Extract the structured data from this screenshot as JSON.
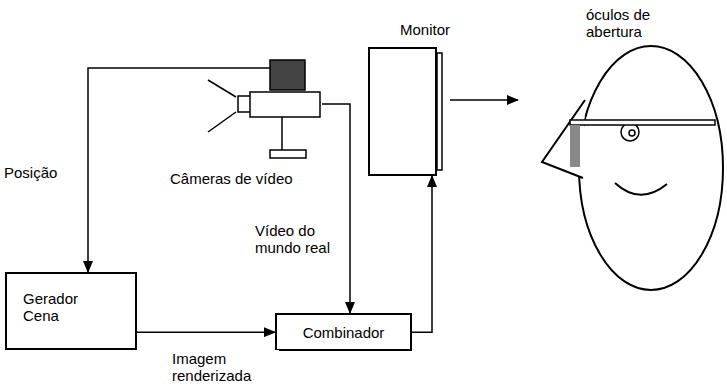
{
  "diagram": {
    "nodes": [
      {
        "text": [
          "Câmeras de vídeo"
        ]
      },
      {
        "text": [
          "Monitor"
        ]
      },
      {
        "text": [
          "óculos de abertura"
        ]
      },
      {
        "text": [
          "Gerador Cena"
        ]
      },
      {
        "text": [
          "Combinador"
        ]
      }
    ],
    "edges": [
      {
        "from": 0,
        "to": 3,
        "arrow": "to",
        "label": "Posição"
      },
      {
        "from": 0,
        "to": 4,
        "arrow": "to",
        "label": "Vídeo do mundo real"
      },
      {
        "from": 3,
        "to": 4,
        "arrow": "to",
        "label": "Imagem renderizada"
      },
      {
        "from": 4,
        "to": 1,
        "arrow": "to"
      },
      {
        "from": 1,
        "to": 2,
        "arrow": "to"
      }
    ]
  }
}
